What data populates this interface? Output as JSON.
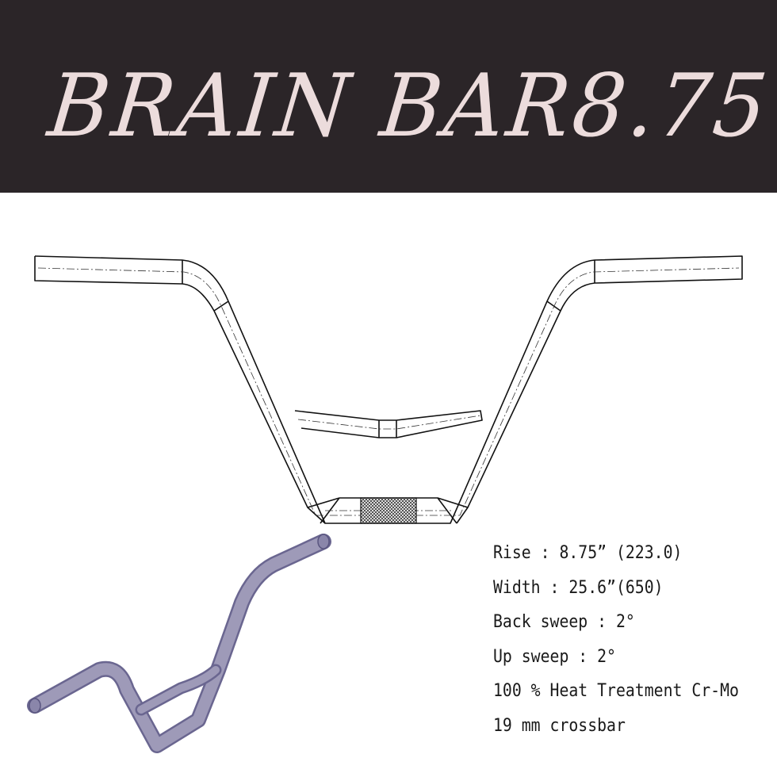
{
  "title": "BRAIN BAR8.75",
  "specs": [
    "Rise : 8.75” (223.0)",
    "Width : 25.6”(650)",
    "Back sweep : 2°",
    "Up sweep : 2°",
    "100 % Heat Treatment Cr-Mo",
    "19 mm crossbar"
  ],
  "colors": {
    "header_bg": "#2b2528",
    "title_text": "#ecdcdc",
    "render_fill": "#9e9ab8",
    "render_edge": "#6a6690"
  }
}
